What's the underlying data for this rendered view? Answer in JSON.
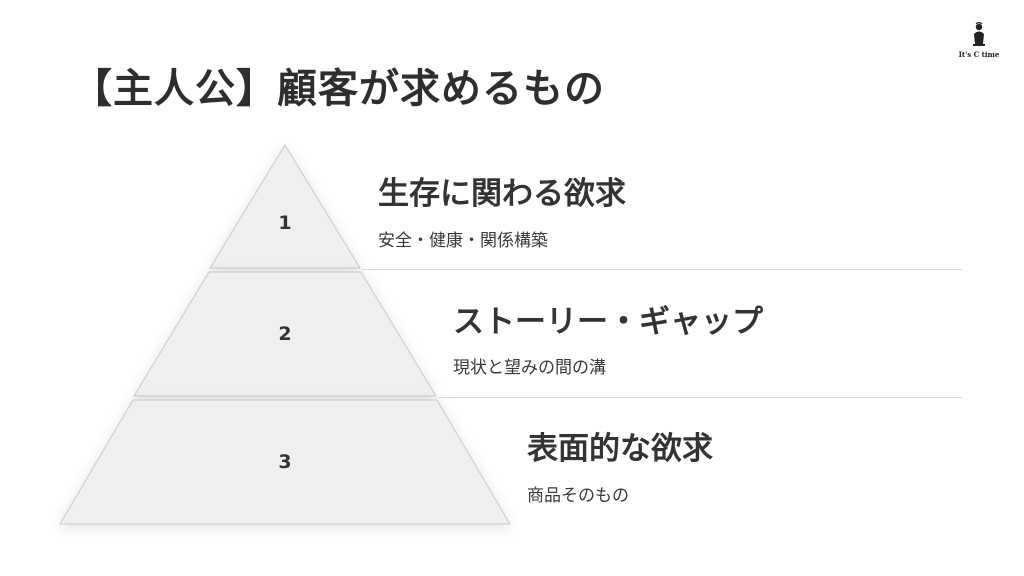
{
  "title": "【主人公】顧客が求めるもの",
  "logo": {
    "text": "It's C time",
    "icon": "figure-icon"
  },
  "pyramid": [
    {
      "number": "1",
      "heading": "生存に関わる欲求",
      "description": "安全・健康・関係構築"
    },
    {
      "number": "2",
      "heading": "ストーリー・ギャップ",
      "description": "現状と望みの間の溝"
    },
    {
      "number": "3",
      "heading": "表面的な欲求",
      "description": "商品そのもの"
    }
  ],
  "colors": {
    "tier_fill": "#efefef",
    "tier_stroke": "#c9c9c9",
    "divider": "#d9d9d9",
    "text": "#333333"
  }
}
